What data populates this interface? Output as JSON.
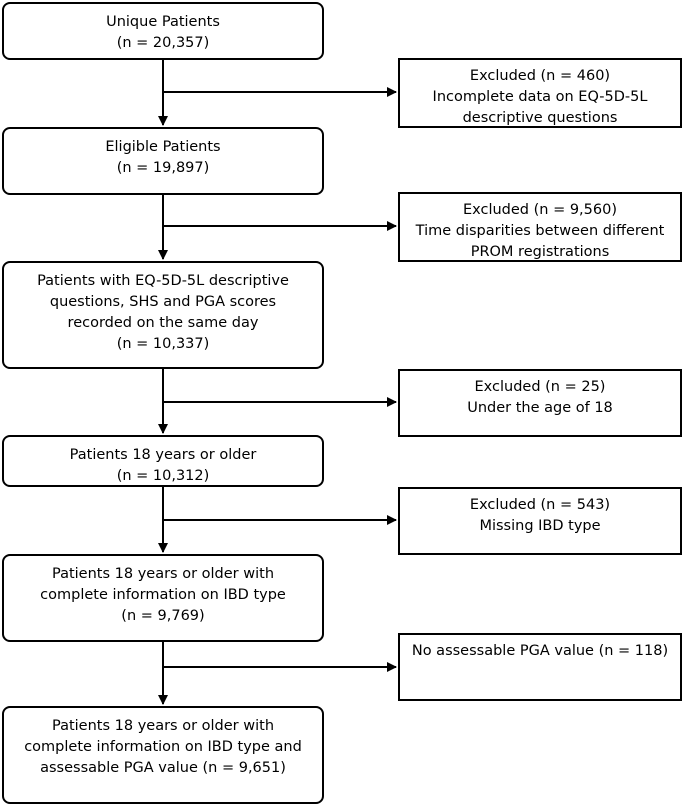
{
  "steps": [
    {
      "lines": [
        "Unique Patients",
        "(n = 20,357)"
      ]
    },
    {
      "lines": [
        "Eligible Patients",
        "(n = 19,897)"
      ]
    },
    {
      "lines": [
        "Patients with EQ-5D-5L descriptive",
        "questions, SHS and PGA scores",
        "recorded on the same day",
        "(n = 10,337)"
      ]
    },
    {
      "lines": [
        "Patients 18 years or older",
        "(n = 10,312)"
      ]
    },
    {
      "lines": [
        "Patients 18 years or older with",
        "complete information on IBD type",
        "(n = 9,769)"
      ]
    },
    {
      "lines": [
        "Patients 18 years or older with",
        "complete information on IBD type and",
        "assessable PGA value (n = 9,651)"
      ]
    }
  ],
  "exclusions": [
    {
      "lines": [
        "Excluded (n = 460)",
        "Incomplete data on EQ-5D-5L",
        "descriptive questions"
      ]
    },
    {
      "lines": [
        "Excluded (n = 9,560)",
        "Time disparities between different",
        "PROM registrations"
      ]
    },
    {
      "lines": [
        "Excluded (n = 25)",
        "Under the age of 18"
      ]
    },
    {
      "lines": [
        "Excluded (n = 543)",
        "Missing IBD type"
      ]
    },
    {
      "lines": [
        "No assessable PGA value (n = 118)"
      ]
    }
  ]
}
